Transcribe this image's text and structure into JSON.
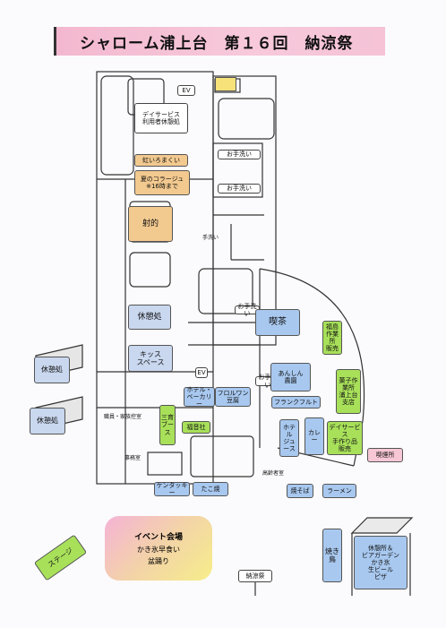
{
  "title": "シャローム浦上台　第１６回　納涼祭",
  "locations": {
    "ev_top": "EV",
    "day_service_rest": "デイサービス\n利用者休憩処",
    "nijiiro": "虹いろまくい",
    "natsu_collage": "夏のコラージュ\n※16時まで",
    "shateki": "射的",
    "restroom_a": "お手洗い",
    "restroom_b": "お手洗い",
    "restroom_c": "お手洗い",
    "restroom_d": "お手洗い",
    "kyukeijo_main": "休憩処",
    "kids_space": "キッス\nスペース",
    "kissa": "喫茶",
    "hoken": "福島作業所\n販売",
    "anshin": "あんしん\n農園",
    "frankfurt": "フランクフルト",
    "hotel_bakery": "ホテル・\nベーカリー",
    "froman": "フロルワン\n豆腐",
    "ev_mid": "EV",
    "sankyo_booth": "三育ブース",
    "fukuin": "福音社",
    "kasho": "菓子作業所\n浦上台支店",
    "juice": "ホテル\nジュース",
    "curry": "カレー",
    "dayservice_handmade": "デイサービス\n手作り品\n販売",
    "smoking": "喫煙所",
    "kentucky": "ケンタッキー",
    "takoyaki": "たこ焼",
    "yakisoba": "焼そば",
    "ramen": "ラーメン",
    "kyukeijo_left1": "休憩処",
    "kyukeijo_left2": "休憩処",
    "event_hall": "イベント会場",
    "event_item1": "かき氷早食い",
    "event_item2": "盆踊り",
    "stage": "ステージ",
    "nouryousai": "納涼祭",
    "yakitori": "焼き鳥",
    "beer_garden": "休憩所＆\nビアガーデン\nかき氷\n生ビール\nピザ",
    "jutakutoka": "手洗い",
    "kyukeijo_small": "職員・家族控室",
    "kotei_label": "高齢者室",
    "jimushitsu": "事務室"
  },
  "colors": {
    "title_pink": "#f3b8cf",
    "blue_booth": "#a8c8ef",
    "orange_booth": "#f2c98f",
    "green_booth": "#a8e05a"
  }
}
